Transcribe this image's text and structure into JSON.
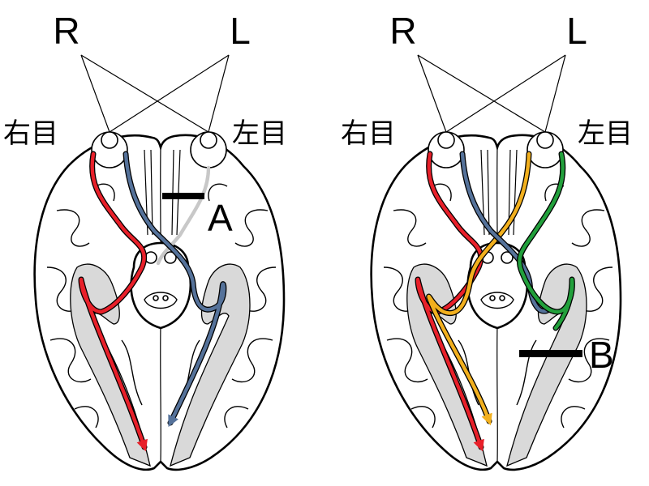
{
  "colors": {
    "red": "#e8202a",
    "blue": "#55729a",
    "yellow": "#f2b01e",
    "green": "#22a03c",
    "gray_path": "#c8c8c8",
    "shade": "#d9d9d9"
  },
  "panel_left": {
    "label_R": "R",
    "label_L": "L",
    "right_eye": "右目",
    "left_eye": "左目",
    "marker": "A"
  },
  "panel_right": {
    "label_R": "R",
    "label_L": "L",
    "right_eye": "右目",
    "left_eye": "左目",
    "marker": "B"
  }
}
